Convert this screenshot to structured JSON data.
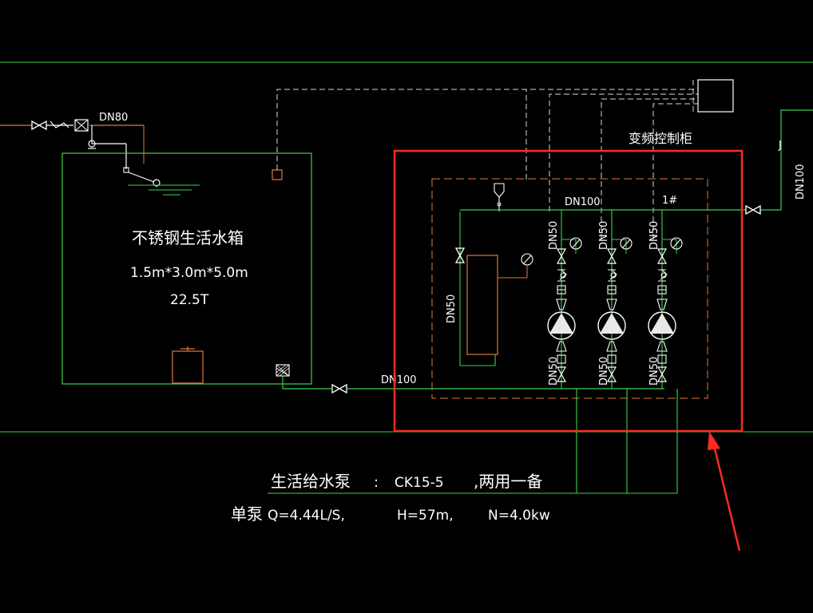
{
  "colors": {
    "background": "#000000",
    "pipe": "#2fd04a",
    "frame_line": "#3bd34d",
    "equipment": "#e07a3a",
    "control_dashed": "#d8d8d8",
    "text": "#ffffff",
    "highlight": "#ff2a22"
  },
  "labels": {
    "inlet_pipe": "DN80",
    "tank_name": "不锈钢生活水箱",
    "tank_size": "1.5m*3.0m*5.0m",
    "tank_capacity": "22.5T",
    "control_cabinet": "变频控制柜",
    "header_pipe": "DN100",
    "pump_id": "1#",
    "outlet_pipe": "DN100",
    "suction_pipe": "DN100",
    "tank_branch": "DN50",
    "pump_upper_pipe": "DN50",
    "pump_lower_pipe": "DN50"
  },
  "pump_spec": {
    "line1_name": "生活给水泵",
    "line1_colon": ":",
    "line1_model": "CK15-5",
    "line1_note": ",两用一备",
    "line2_prefix": "单泵",
    "line2_flow": "Q=4.44L/S,",
    "line2_head": "H=57m,",
    "line2_power": "N=4.0kw"
  },
  "icons": [
    "gate-valve-icon",
    "check-valve-icon",
    "float-valve-icon",
    "pressure-gauge-icon",
    "pump-icon",
    "soft-joint-icon",
    "arrow-icon"
  ]
}
